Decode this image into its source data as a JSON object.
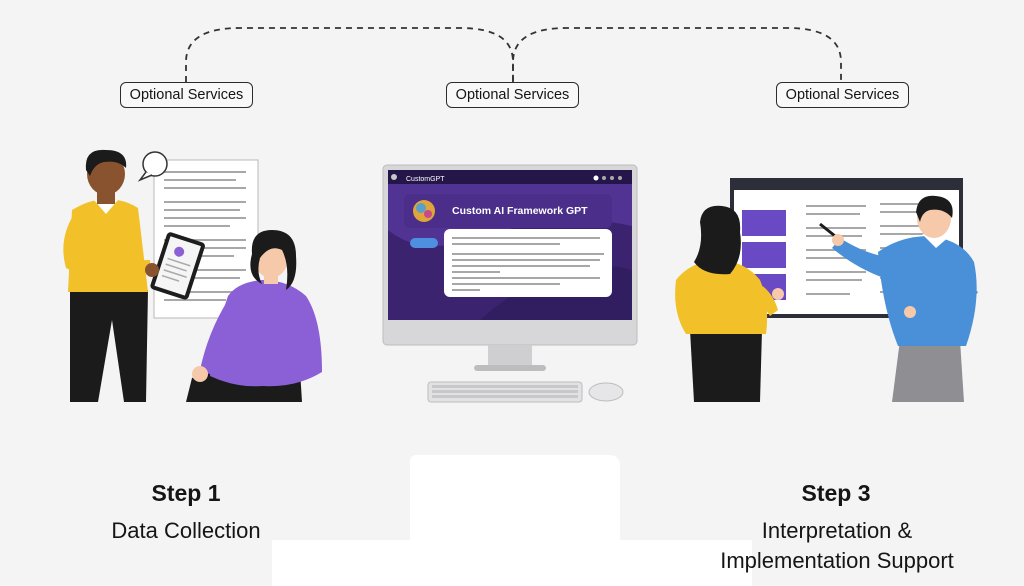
{
  "pills": {
    "left": "Optional Services",
    "center": "Optional Services",
    "right": "Optional Services"
  },
  "steps": {
    "step1": {
      "title": "Step 1",
      "subtitle": "Data Collection"
    },
    "step3": {
      "title": "Step 3",
      "subtitle_line1": "Interpretation &",
      "subtitle_line2": "Implementation Support"
    }
  },
  "monitor": {
    "app_name": "CustomGPT",
    "card_title": "Custom AI Framework GPT"
  },
  "colors": {
    "background": "#f4f4f4",
    "dashed_line": "#333333",
    "yellow_sweater": "#f2c029",
    "purple_sweater": "#8b5fd6",
    "blue_sweater": "#4a90d9",
    "monitor_purple": "#4b2c8c"
  }
}
